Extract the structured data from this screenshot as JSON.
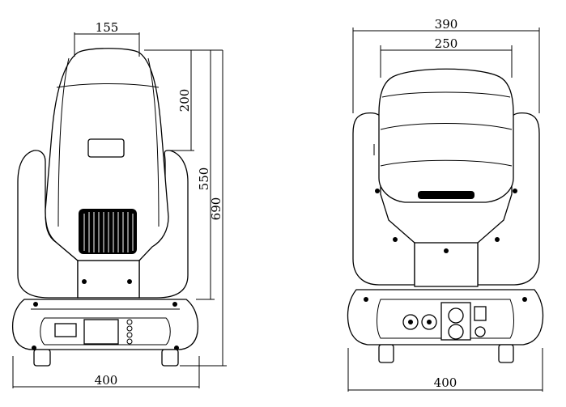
{
  "dimensions": {
    "front": {
      "top_width": "155",
      "upper_height": "200",
      "body_height": "550",
      "total_height": "690",
      "base_width": "400"
    },
    "back": {
      "outer_width": "390",
      "head_width": "250",
      "base_width": "400"
    }
  }
}
